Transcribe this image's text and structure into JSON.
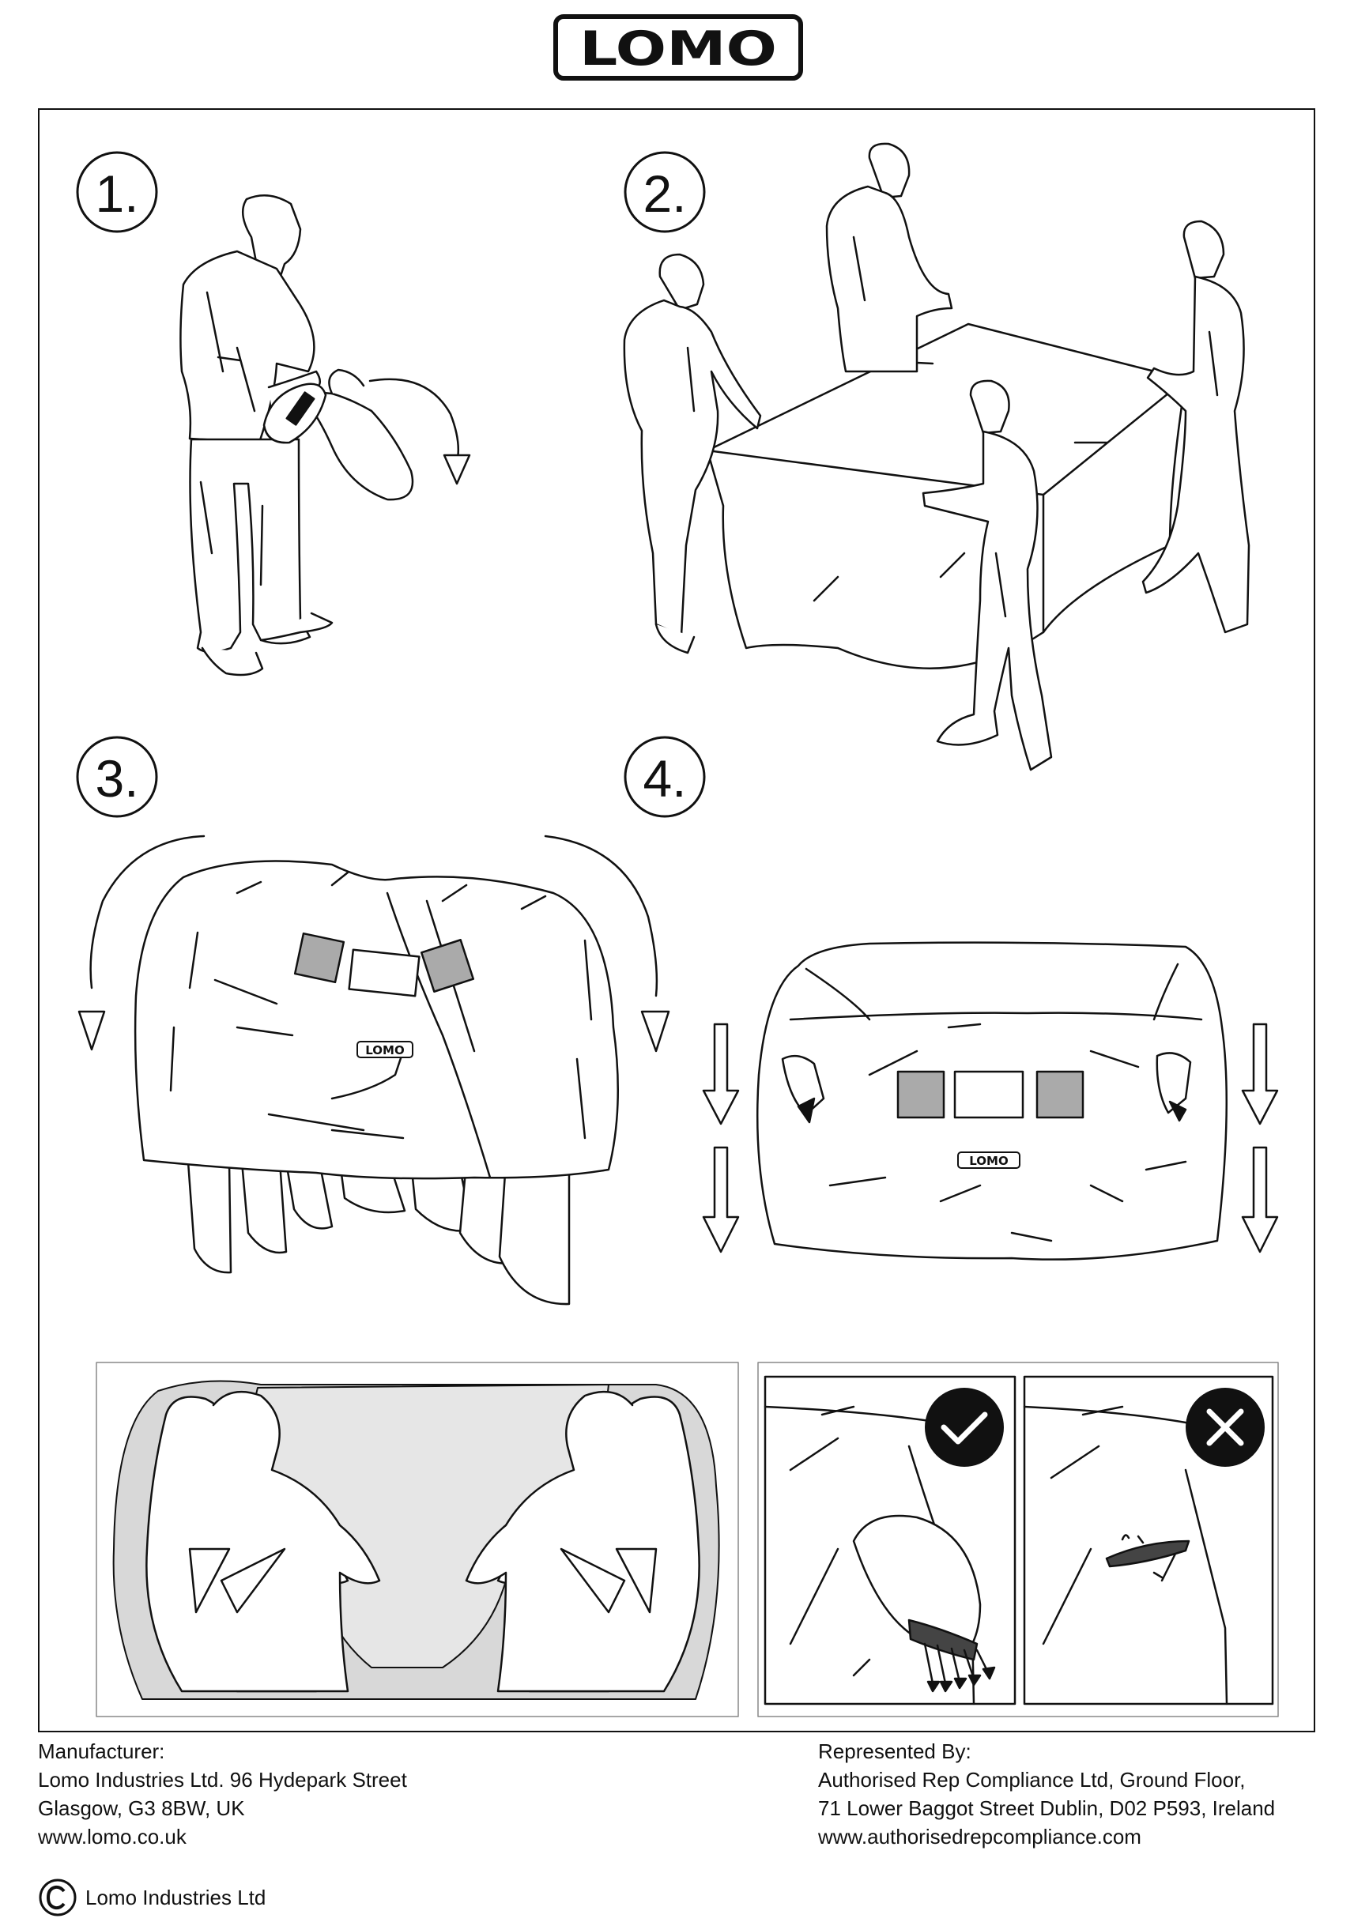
{
  "brand": {
    "logo_text": "LOMO"
  },
  "steps": [
    {
      "number": "1."
    },
    {
      "number": "2."
    },
    {
      "number": "3."
    },
    {
      "number": "4."
    }
  ],
  "cover_label": "LOMO",
  "status_icons": {
    "correct": "check-icon",
    "incorrect": "cross-icon"
  },
  "colors": {
    "ink": "#111111",
    "patch_grey": "#aaaaaa",
    "cover_fill": "#e6e6e6",
    "panel_border": "#888888"
  },
  "footer": {
    "manufacturer": {
      "heading": "Manufacturer:",
      "line1": "Lomo Industries Ltd. 96 Hydepark Street",
      "line2": "Glasgow, G3 8BW, UK",
      "website": "www.lomo.co.uk"
    },
    "representative": {
      "heading": "Represented By:",
      "line1": "Authorised Rep Compliance Ltd, Ground Floor,",
      "line2": "71 Lower Baggot Street Dublin, D02 P593, Ireland",
      "website": "www.authorisedrepcompliance.com"
    },
    "copyright": "Lomo Industries Ltd"
  }
}
